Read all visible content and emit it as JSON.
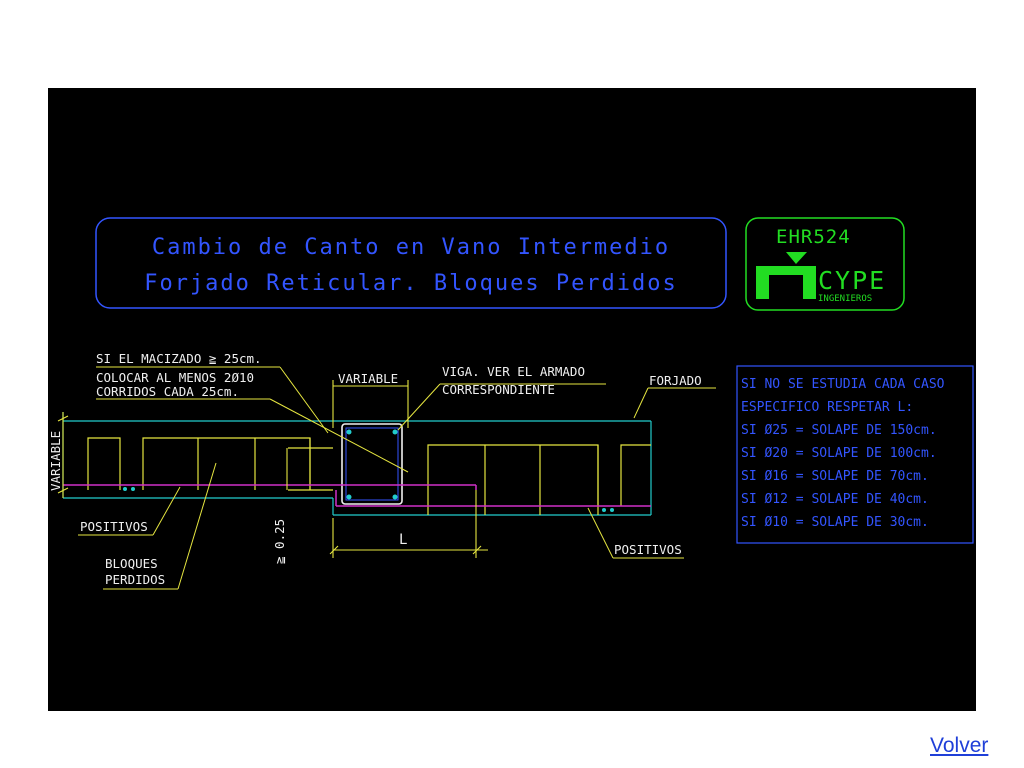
{
  "title_box": {
    "line1": "Cambio de Canto en Vano Intermedio",
    "line2": "Forjado Reticular. Bloques Perdidos"
  },
  "logo": {
    "code": "EHR524",
    "brand": "CYPE",
    "sub": "INGENIEROS"
  },
  "notes": {
    "macizado_1": "SI EL MACIZADO ≧ 25cm.",
    "macizado_2": "COLOCAR AL MENOS 2Ø10",
    "macizado_3": "CORRIDOS CADA 25cm.",
    "variable_top": "VARIABLE",
    "variable_side": "VARIABLE",
    "viga_1": "VIGA. VER EL ARMADO",
    "viga_2": "CORRESPONDIENTE",
    "forjado": "FORJADO",
    "positivos_left": "POSITIVOS",
    "positivos_right": "POSITIVOS",
    "bloques_1": "BLOQUES",
    "bloques_2": "PERDIDOS",
    "min_dim": "≧ 0.25",
    "dim_l": "L"
  },
  "solape": {
    "intro_1": "SI NO SE ESTUDIA CADA CASO",
    "intro_2": "ESPECIFICO RESPETAR L:",
    "rows": [
      "SI Ø25 = SOLAPE DE 150cm.",
      "SI Ø20 = SOLAPE DE 100cm.",
      "SI Ø16 = SOLAPE DE 70cm.",
      "SI Ø12 = SOLAPE DE 40cm.",
      "SI Ø10 = SOLAPE DE 30cm."
    ]
  },
  "nav": {
    "volver": "Volver"
  },
  "colors": {
    "blue": "#3355ff",
    "green": "#22dd22",
    "cyan": "#22cccc",
    "yellow": "#e6e640",
    "white": "#f0f0f0",
    "magenta": "#d030c8"
  }
}
